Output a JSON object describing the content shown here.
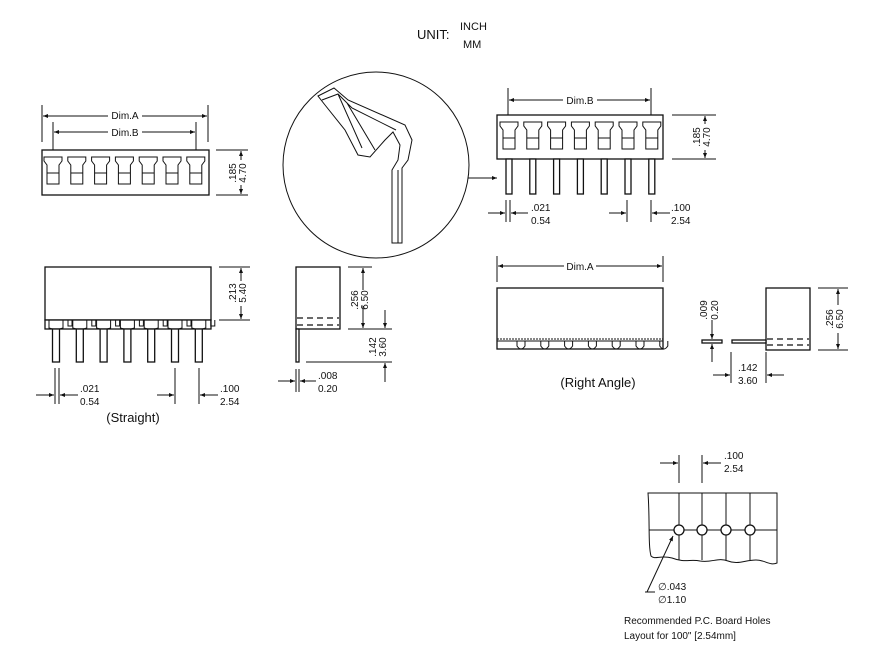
{
  "unit": {
    "label": "UNIT:",
    "inch": "INCH",
    "mm": "MM"
  },
  "straight": {
    "dim_a": "Dim.A",
    "dim_b": "Dim.B",
    "top_height": [
      ".185",
      "4.70"
    ],
    "body_height": [
      ".213",
      "5.40"
    ],
    "pin_width": [
      ".021",
      "0.54"
    ],
    "pitch": [
      ".100",
      "2.54"
    ],
    "caption": "(Straight)",
    "end_height": [
      ".256",
      "6.50"
    ],
    "pin_length": [
      ".142",
      "3.60"
    ],
    "pin_thickness": [
      ".008",
      "0.20"
    ]
  },
  "right_angle": {
    "dim_b": "Dim.B",
    "dim_a": "Dim.A",
    "top_height": [
      ".185",
      "4.70"
    ],
    "pin_width": [
      ".021",
      "0.54"
    ],
    "pitch": [
      ".100",
      "2.54"
    ],
    "caption": "(Right Angle)",
    "pin_thickness": [
      ".009",
      "0.20"
    ],
    "side_height": [
      ".256",
      "6.50"
    ],
    "pin_length": [
      ".142",
      "3.60"
    ]
  },
  "pcb": {
    "pitch": [
      ".100",
      "2.54"
    ],
    "hole_dia": [
      "∅.043",
      "∅1.10"
    ],
    "caption": [
      "Recommended P.C. Board Holes",
      "Layout for 100\" [2.54mm]"
    ]
  }
}
